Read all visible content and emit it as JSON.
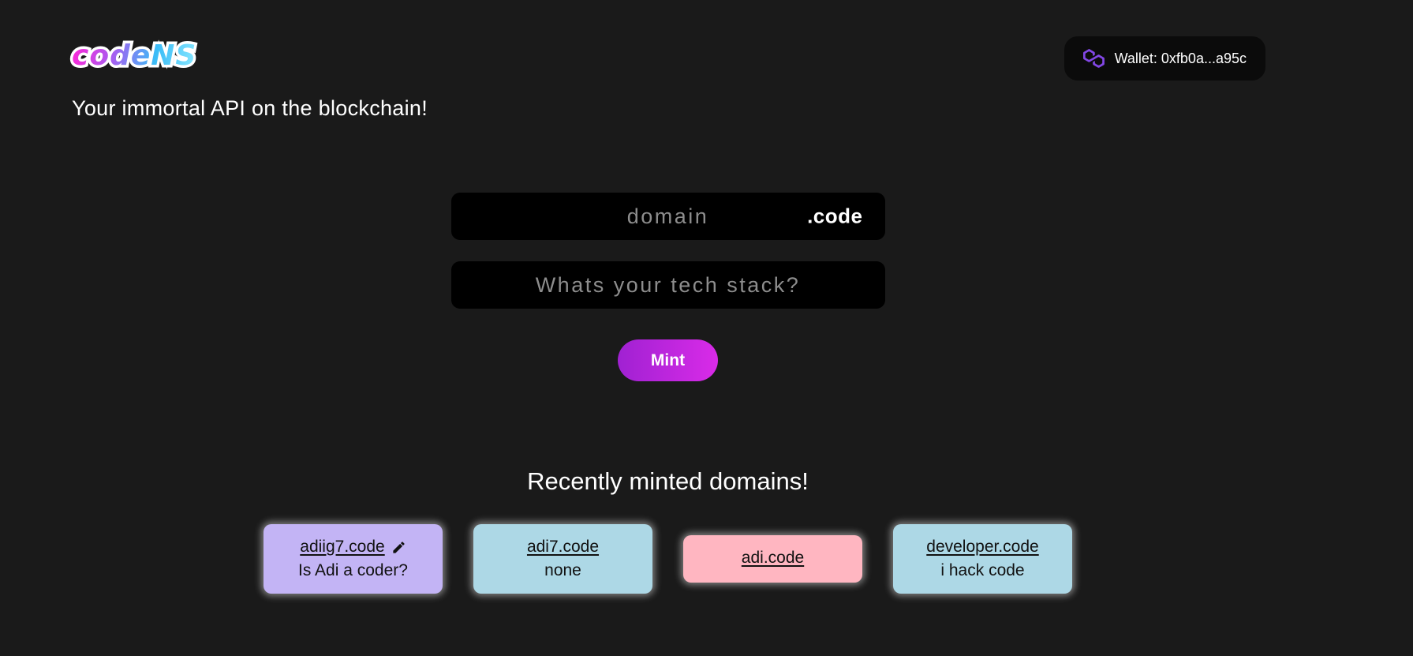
{
  "header": {
    "logo_text": "codeNS",
    "tagline": "Your immortal API on the blockchain!",
    "wallet": {
      "label": "Wallet: 0xfb0a...a95c",
      "icon": "polygon-icon"
    }
  },
  "mint_form": {
    "domain_placeholder": "domain",
    "tld_suffix": ".code",
    "record_placeholder": "Whats your tech stack?",
    "mint_button_label": "Mint"
  },
  "recent": {
    "heading": "Recently minted domains!",
    "domains": [
      {
        "name": "adiig7.code",
        "record": "Is Adi a coder?",
        "bg": "#c3b4f5",
        "editable": true
      },
      {
        "name": "adi7.code",
        "record": "none",
        "bg": "#add8e6",
        "editable": false
      },
      {
        "name": "adi.code",
        "record": "",
        "bg": "#ffb6c1",
        "editable": false
      },
      {
        "name": "developer.code",
        "record": "i hack code",
        "bg": "#add8e6",
        "editable": false
      }
    ]
  },
  "colors": {
    "page_background": "#1a1a1a",
    "input_background": "#000000",
    "wallet_background": "#0b0b0b",
    "polygon_purple": "#8247e5",
    "mint_gradient": [
      "#a021d2",
      "#d92be8"
    ],
    "logo_gradient": [
      "#ff24d7",
      "#a85cf0",
      "#3bbdf7",
      "#8ae8ff"
    ]
  }
}
